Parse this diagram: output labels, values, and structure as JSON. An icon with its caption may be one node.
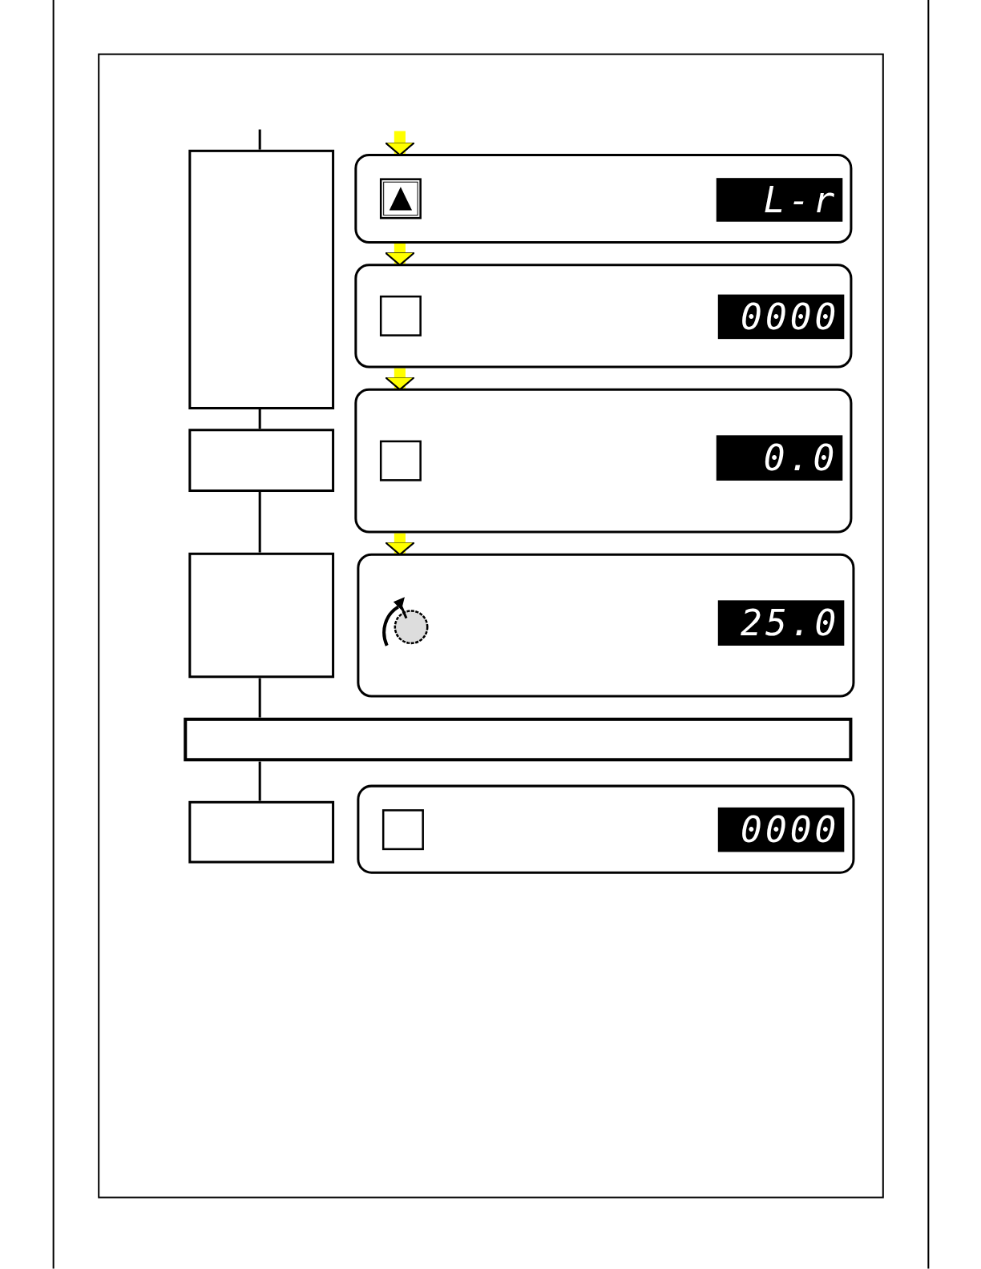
{
  "diagram": {
    "nodes": [
      {
        "text": [],
        "shape": "box"
      },
      {
        "text": [],
        "shape": "box"
      },
      {
        "text": [
          "L-r"
        ],
        "in": 1
      },
      {
        "text": [],
        "shape": "box"
      },
      {
        "text": [
          "0000"
        ],
        "in": 3
      },
      {
        "text": [],
        "shape": "box"
      },
      {
        "text": [],
        "shape": "box"
      },
      {
        "text": [
          "0.0"
        ],
        "in": 6
      },
      {
        "text": [],
        "shape": "box"
      },
      {
        "text": [],
        "shape": "box"
      },
      {
        "text": [
          "25.0"
        ],
        "in": 9
      },
      {
        "text": [],
        "shape": "bar"
      },
      {
        "text": [],
        "shape": "box"
      },
      {
        "text": [],
        "shape": "box"
      },
      {
        "text": [
          "0000"
        ],
        "in": 13
      }
    ],
    "edges": [
      {
        "from": null,
        "to": 0,
        "arrow": "none"
      },
      {
        "from": 0,
        "to": 5,
        "arrow": "none"
      },
      {
        "from": 5,
        "to": 8,
        "arrow": "none"
      },
      {
        "from": 8,
        "to": 11,
        "arrow": "none"
      },
      {
        "from": 11,
        "to": 12,
        "arrow": "none"
      },
      {
        "from": null,
        "to": 1,
        "arrow": "to",
        "style": "thick",
        "color": "#ffff00"
      },
      {
        "from": 1,
        "to": 3,
        "arrow": "to",
        "style": "thick",
        "color": "#ffff00"
      },
      {
        "from": 3,
        "to": 6,
        "arrow": "to",
        "style": "thick",
        "color": "#ffff00"
      },
      {
        "from": 6,
        "to": 9,
        "arrow": "to",
        "style": "thick",
        "color": "#ffff00"
      }
    ]
  }
}
